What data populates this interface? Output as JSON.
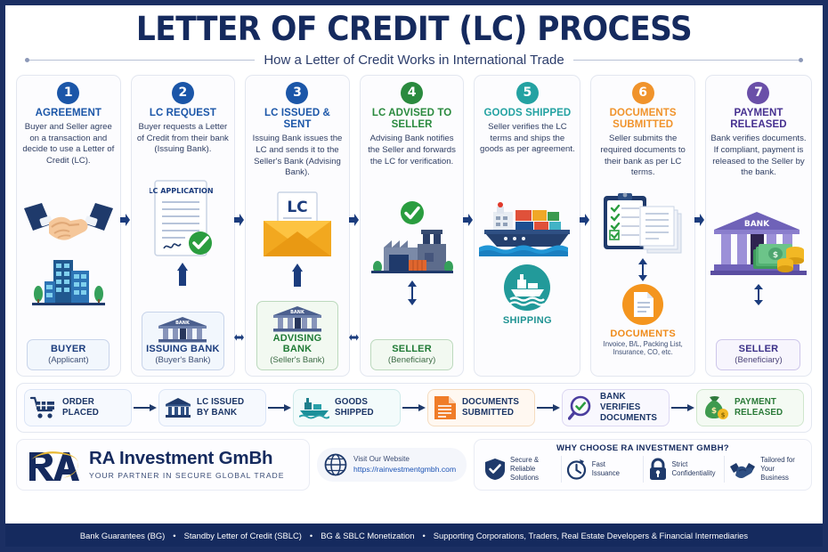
{
  "header": {
    "title": "LETTER OF CREDIT (LC) PROCESS",
    "subtitle": "How a Letter of Credit Works in International Trade"
  },
  "steps": [
    {
      "number": "1",
      "title": "AGREEMENT",
      "desc": "Buyer and Seller agree on a transaction and decide to use a Letter of Credit (LC).",
      "color": "#1b56a8",
      "art_icon": "handshake-icon",
      "entity": {
        "name": "BUYER",
        "sub": "(Applicant)",
        "style": "blue",
        "icon": "office-building-icon"
      }
    },
    {
      "number": "2",
      "title": "LC REQUEST",
      "desc": "Buyer requests a Letter of Credit from their bank (Issuing Bank).",
      "color": "#1b56a8",
      "art_icon": "lc-application-document-icon",
      "art_label": "LC APPLICATION",
      "entity": {
        "name": "ISSUING BANK",
        "sub": "(Buyer's Bank)",
        "style": "blue",
        "icon": "bank-icon",
        "icon_label": "BANK"
      }
    },
    {
      "number": "3",
      "title": "LC ISSUED & SENT",
      "desc": "Issuing Bank issues the LC and sends it to the Seller's Bank (Advising Bank).",
      "color": "#1b56a8",
      "art_icon": "envelope-lc-icon",
      "art_label": "LC",
      "entity": {
        "name": "ADVISING BANK",
        "sub": "(Seller's Bank)",
        "style": "green",
        "icon": "bank-icon",
        "icon_label": "BANK"
      }
    },
    {
      "number": "4",
      "title": "LC ADVISED TO SELLER",
      "desc": "Advising Bank notifies the Seller and forwards the LC for verification.",
      "color": "#2a8a3e",
      "art_icon": "factory-icon",
      "entity": {
        "name": "SELLER",
        "sub": "(Beneficiary)",
        "style": "green",
        "icon": "none"
      }
    },
    {
      "number": "5",
      "title": "GOODS SHIPPED",
      "desc": "Seller verifies the LC terms and ships the goods as per agreement.",
      "color": "#24a2a2",
      "art_icon": "container-ship-icon",
      "entity": {
        "name": "SHIPPING",
        "sub": "",
        "style": "plain",
        "icon": "ship-badge-icon"
      }
    },
    {
      "number": "6",
      "title": "DOCUMENTS SUBMITTED",
      "desc": "Seller submits the required documents to their bank as per LC terms.",
      "color": "#f0932b",
      "art_icon": "clipboard-checklist-icon",
      "entity": {
        "name": "DOCUMENTS",
        "sub": "Invoice, B/L, Packing List, Insurance, CO, etc.",
        "style": "plain",
        "icon": "document-badge-icon"
      }
    },
    {
      "number": "7",
      "title": "PAYMENT RELEASED",
      "desc": "Bank verifies documents. If compliant, payment is released to the Seller by the bank.",
      "color": "#6a4fa8",
      "art_icon": "bank-with-cash-icon",
      "art_label": "BANK",
      "entity": {
        "name": "SELLER",
        "sub": "(Beneficiary)",
        "style": "purple",
        "icon": "none"
      }
    }
  ],
  "timeline": [
    {
      "label_line1": "ORDER",
      "label_line2": "PLACED",
      "icon": "shopping-cart-icon",
      "tone": "blue"
    },
    {
      "label_line1": "LC ISSUED",
      "label_line2": "BY BANK",
      "icon": "bank-icon",
      "tone": "blue"
    },
    {
      "label_line1": "GOODS",
      "label_line2": "SHIPPED",
      "icon": "ship-icon",
      "tone": "teal"
    },
    {
      "label_line1": "DOCUMENTS",
      "label_line2": "SUBMITTED",
      "icon": "document-icon",
      "tone": "orange"
    },
    {
      "label_line1": "BANK VERIFIES",
      "label_line2": "DOCUMENTS",
      "icon": "magnifier-check-icon",
      "tone": "violet"
    },
    {
      "label_line1": "PAYMENT",
      "label_line2": "RELEASED",
      "icon": "money-bag-icon",
      "tone": "green"
    }
  ],
  "brand": {
    "logo_text": "RA",
    "name": "RA Investment GmBh",
    "tagline": "YOUR PARTNER IN SECURE GLOBAL TRADE",
    "website_label": "Visit Our Website",
    "website_url": "https://rainvestmentgmbh.com",
    "why_title": "WHY CHOOSE RA INVESTMENT GMBH?",
    "why_items": [
      {
        "line1": "Secure &",
        "line2": "Reliable",
        "line3": "Solutions",
        "icon": "shield-check-icon"
      },
      {
        "line1": "Fast",
        "line2": "Issuance",
        "line3": "",
        "icon": "clock-icon"
      },
      {
        "line1": "Strict",
        "line2": "Confidentiality",
        "line3": "",
        "icon": "lock-icon"
      },
      {
        "line1": "Tailored for",
        "line2": "Your Business",
        "line3": "",
        "icon": "handshake-icon"
      }
    ]
  },
  "footer": {
    "items": [
      "Bank Guarantees (BG)",
      "Standby Letter of Credit (SBLC)",
      "BG & SBLC Monetization",
      "Supporting Corporations, Traders, Real Estate Developers & Financial Intermediaries"
    ],
    "separator": "•"
  },
  "colors": {
    "navy": "#152a5e",
    "blue": "#1b56a8",
    "green": "#2a8a3e",
    "teal": "#24a2a2",
    "orange": "#f0932b",
    "purple": "#6a4fa8"
  }
}
